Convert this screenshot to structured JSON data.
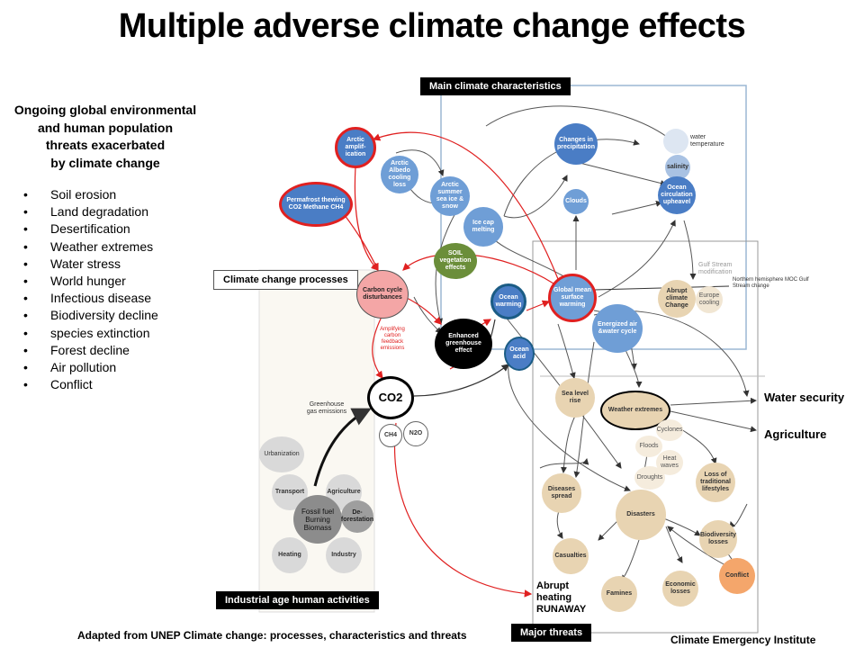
{
  "title": "Multiple adverse climate change effects",
  "left_panel": {
    "heading_lines": [
      "Ongoing global environmental",
      "and  human population",
      "threats exacerbated",
      "by climate change"
    ],
    "items": [
      "Soil erosion",
      "Land degradation",
      "Desertification",
      "Weather extremes",
      "Water stress",
      "World hunger",
      "Infectious disease",
      "Biodiversity decline",
      "species extinction",
      "Forest decline",
      "Air pollution",
      "Conflict"
    ]
  },
  "box_labels": {
    "main_climate": "Main climate characteristics",
    "processes": "Climate change processes",
    "industrial": "Industrial age human activities",
    "major_threats": "Major threats"
  },
  "nodes": {
    "arctic_amplification": "Arctic amplif-ication",
    "arctic_albedo": "Arctic Albedo cooling loss",
    "arctic_summer": "Arctic summer sea ice & snow",
    "permafrost": "Permafrost thewing CO2 Methane CH4",
    "ice_cap": "Ice cap melting",
    "soil_vegetation": "SOIL vegetation effects",
    "changes_precip": "Changes in precipitation",
    "clouds": "Clouds",
    "water_temperature": "water temperature",
    "salinity": "salinity",
    "ocean_circulation": "Ocean circulation upheavel",
    "gulf_stream": "Gulf Stream modification",
    "abrupt_change": "Abrupt climate Change",
    "europe_cooling": "Europe cooling",
    "northern_hemisphere": "Northern hemisphere MOC Gulf Stream change",
    "carbon_cycle": "Carbon cycle disturbances",
    "amplifying": "Amplifying carbon feedback emissions",
    "ocean_warming": "Ocean warming",
    "global_mean": "Global mean surface warming",
    "enhanced_ghe": "Enhanced greenhouse effect",
    "ocean_acid": "Ocean acid",
    "energized_air": "Energized air &water cycle",
    "co2": "CO2",
    "ch4": "CH4",
    "n2o": "N2O",
    "ghg_emissions": "Greenhouse gas emissions",
    "sea_level": "Sea level rise",
    "weather_extremes": "Weather extremes",
    "cyclones": "Cyclones",
    "floods": "Floods",
    "heat_waves": "Heat waves",
    "droughts": "Droughts",
    "loss_lifestyles": "Loss of traditional lifestyles",
    "diseases_spread": "Diseases spread",
    "disasters": "Disasters",
    "biodiversity_losses": "Biodiversity losses",
    "conflict": "Conflict",
    "casualties": "Casualties",
    "famines": "Famines",
    "economic_losses": "Economic losses",
    "urbanization": "Urbanization",
    "transport": "Transport",
    "agriculture_small": "Agriculture",
    "fossil_fuel": "Fossil fuel Burning Biomass",
    "deforestation": "De-forestation",
    "heating": "Heating",
    "industry": "Industry"
  },
  "outcomes": {
    "water_security": "Water security",
    "agriculture": "Agriculture",
    "abrupt_heating": "Abrupt heating RUNAWAY"
  },
  "footer": {
    "source": "Adapted from UNEP Climate change: processes, characteristics and threats",
    "org": "Climate Emergency Institute"
  },
  "colors": {
    "red_arrow": "#e02020",
    "blue_node": "#4a7dc5",
    "tan_node": "#e8d4b2",
    "green_node": "#6b8e3a",
    "pink_node": "#f4a6a6",
    "orange_node": "#f4a66b",
    "box_outline": "#9bb7d4"
  }
}
